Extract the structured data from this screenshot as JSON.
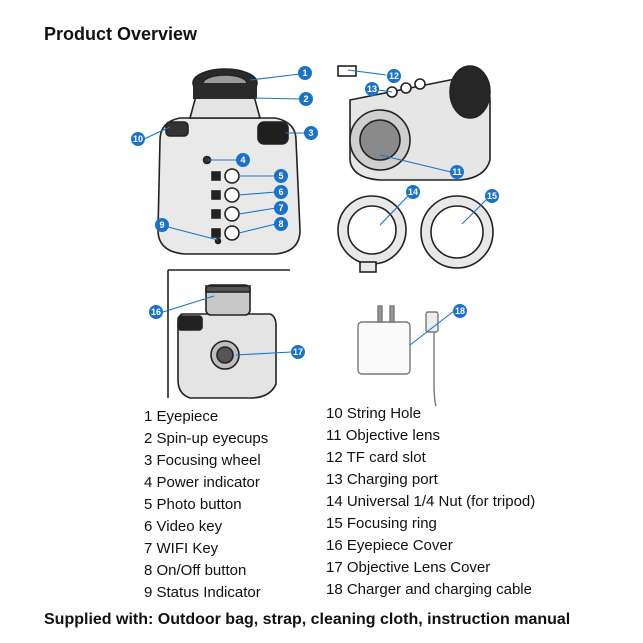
{
  "title": "Product Overview",
  "callout_color": "#1a73c8",
  "legend": [
    "1 Eyepiece",
    "2 Spin-up eyecups",
    "3 Focusing wheel",
    "4 Power indicator",
    "5 Photo button",
    "6 Video key",
    "7 WIFI Key",
    "8 On/Off button",
    "9 Status Indicator",
    "10 String Hole",
    "11 Objective lens",
    "12 TF card slot",
    "13 Charging port",
    "14 Universal 1/4 Nut (for tripod)",
    "15 Focusing ring",
    "16 Eyepiece Cover",
    "17 Objective Lens Cover",
    "18 Charger and charging cable"
  ],
  "callouts": [
    "1",
    "2",
    "3",
    "4",
    "5",
    "6",
    "7",
    "8",
    "9",
    "10",
    "11",
    "12",
    "13",
    "14",
    "15",
    "16",
    "17",
    "18"
  ],
  "supplied": "Supplied with: Outdoor bag, strap, cleaning cloth, instruction manual"
}
